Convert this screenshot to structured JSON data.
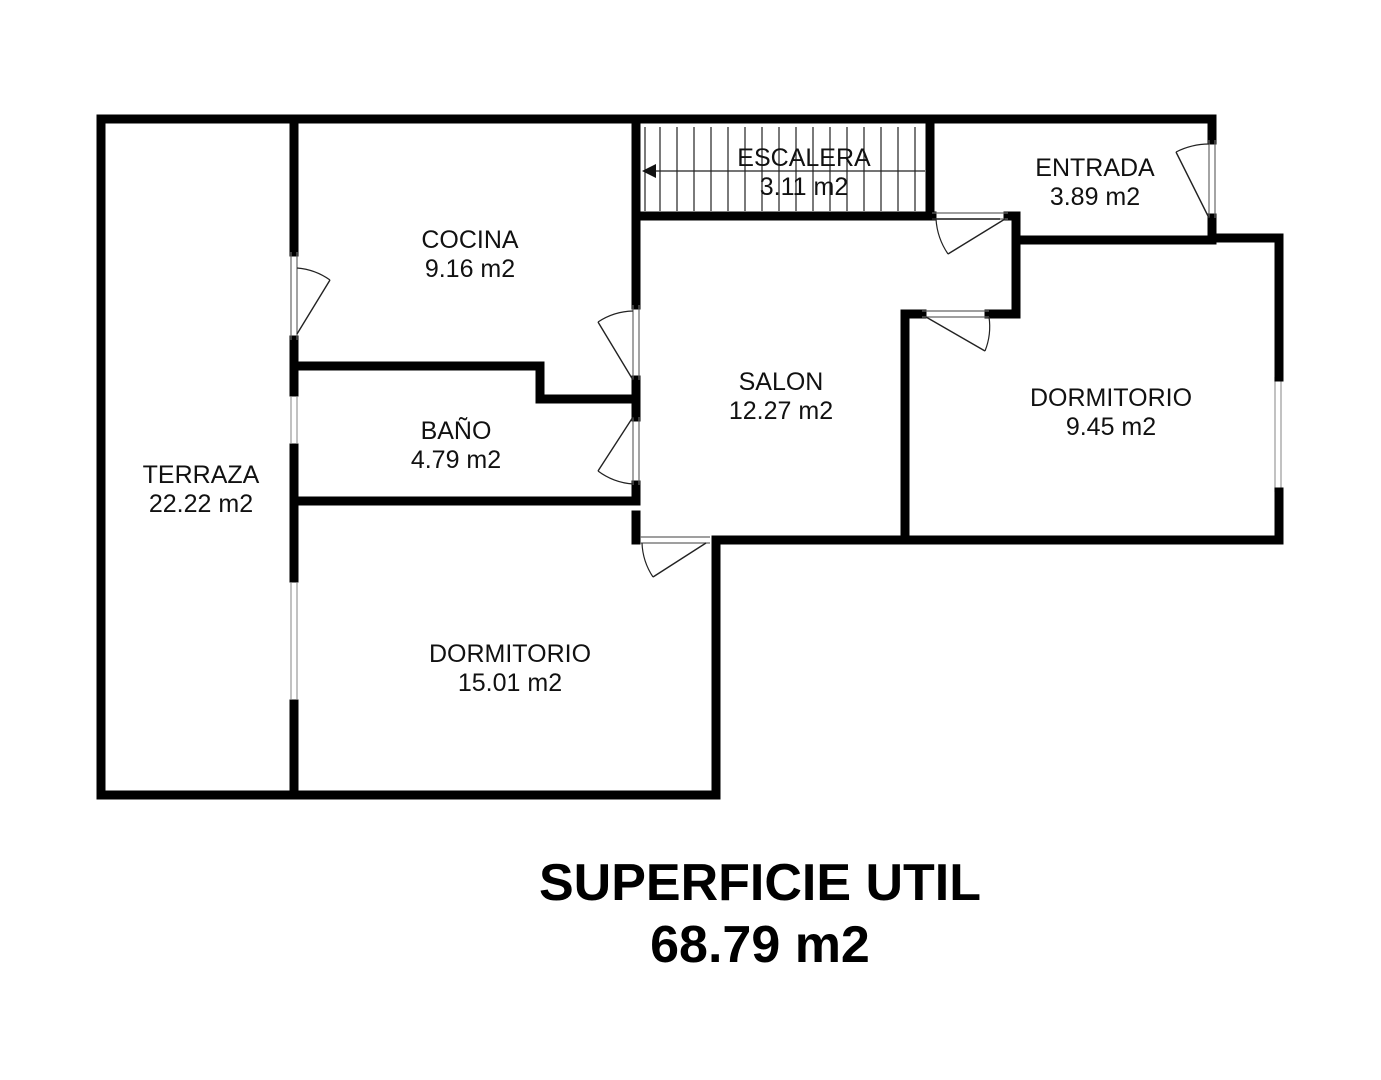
{
  "rooms": [
    {
      "id": "terraza",
      "name": "TERRAZA",
      "area": "22.22 m2"
    },
    {
      "id": "cocina",
      "name": "COCINA",
      "area": "9.16 m2"
    },
    {
      "id": "escalera",
      "name": "ESCALERA",
      "area": "3.11 m2"
    },
    {
      "id": "entrada",
      "name": "ENTRADA",
      "area": "3.89 m2"
    },
    {
      "id": "bano",
      "name": "BAÑO",
      "area": "4.79 m2"
    },
    {
      "id": "salon",
      "name": "SALON",
      "area": "12.27 m2"
    },
    {
      "id": "dormitorio-1",
      "name": "DORMITORIO",
      "area": "9.45 m2"
    },
    {
      "id": "dormitorio-2",
      "name": "DORMITORIO",
      "area": "15.01 m2"
    }
  ],
  "summary": {
    "title": "SUPERFICIE UTIL",
    "total": "68.79 m2"
  }
}
